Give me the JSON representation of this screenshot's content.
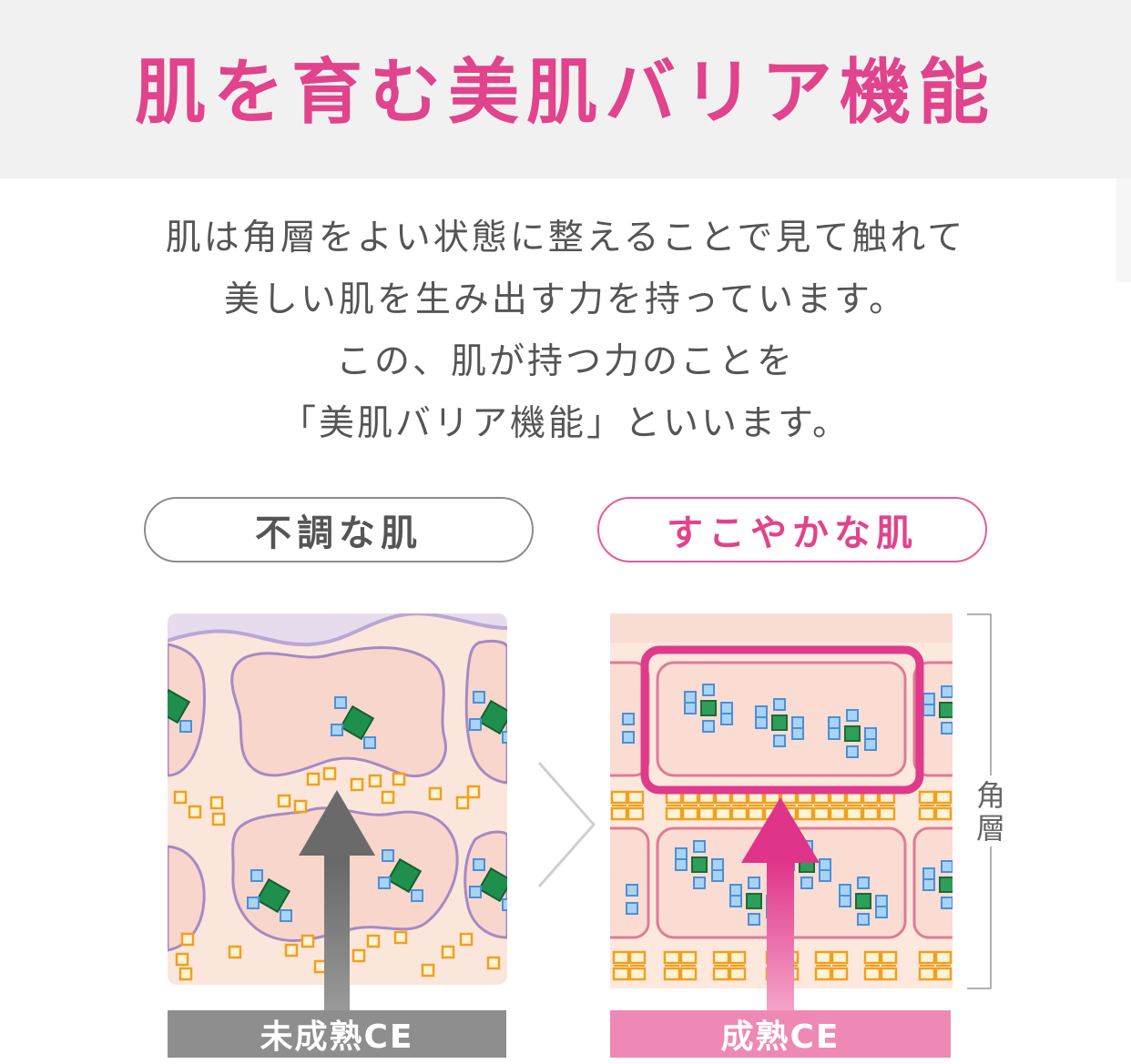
{
  "header": {
    "title": "肌を育む美肌バリア機能"
  },
  "intro": {
    "lines": [
      "肌は角層をよい状態に整えることで見て触れて",
      "美しい肌を生み出す力を持っています。",
      "この、肌が持つ力のことを",
      "「美肌バリア機能」といいます。"
    ]
  },
  "comparison": {
    "left_label": "不調な肌",
    "right_label": "すこやかな肌",
    "left_ce_label": "未成熟CE",
    "right_ce_label": "成熟CE",
    "layer_label_chars": [
      "角",
      "層"
    ]
  },
  "colors": {
    "accent_pink": "#e1438c",
    "text_gray": "#555555",
    "cell_purple": "#a98fc2",
    "lipid_orange": "#f5a623",
    "cell_bg": "#fbe5dc"
  },
  "icons": {
    "separator": "chevron-right-icon",
    "left_arrow": "up-arrow-gray-icon",
    "right_arrow": "up-arrow-pink-icon"
  }
}
